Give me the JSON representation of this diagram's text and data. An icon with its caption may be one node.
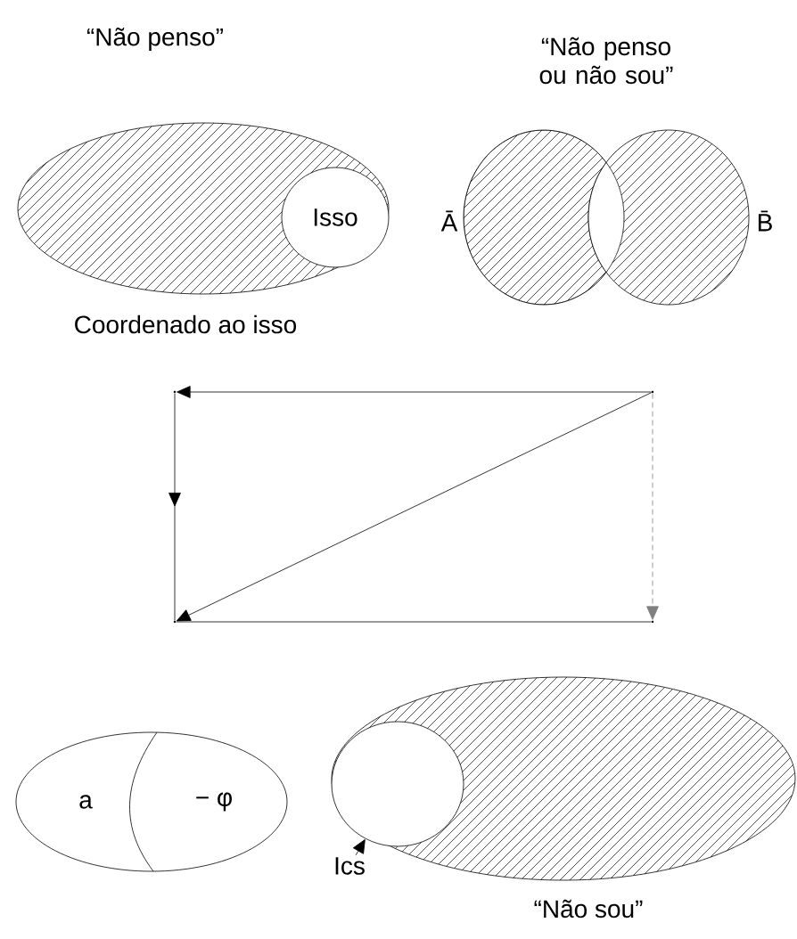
{
  "diagram": {
    "nodes": [
      {
        "text": [
          "“Não penso”"
        ],
        "beside": [
          "Coordenado ao isso"
        ]
      },
      {
        "text": [
          "Isso"
        ],
        "in": 0
      },
      {
        "text": [
          "Ā"
        ]
      },
      {
        "text": [
          "B̄"
        ]
      },
      {
        "text": [],
        "shape": "point"
      },
      {
        "text": [],
        "shape": "point"
      },
      {
        "text": [],
        "shape": "point"
      },
      {
        "text": [],
        "shape": "point"
      },
      {
        "text": [
          "a",
          "− φ"
        ]
      },
      {
        "text": [
          "“Não sou”"
        ]
      },
      {
        "text": [],
        "shape": "circle",
        "in": 9
      },
      {
        "text": [
          "Ics"
        ]
      }
    ],
    "edges": [
      {
        "from": 5,
        "to": 4,
        "arrow": "to"
      },
      {
        "from": 4,
        "to": 6,
        "arrow": "to"
      },
      {
        "from": 5,
        "to": 6,
        "arrow": "to"
      },
      {
        "from": 5,
        "to": 7,
        "arrow": "to",
        "style": "dashed",
        "color": "#808080"
      },
      {
        "from": 6,
        "to": 7,
        "arrow": "none"
      },
      {
        "from": 11,
        "to": 10,
        "arrow": "to"
      }
    ],
    "labels": [
      "“Não penso ou não sou”"
    ]
  }
}
